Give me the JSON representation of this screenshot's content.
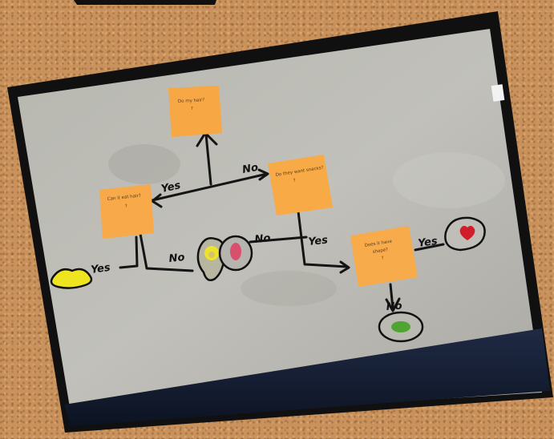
{
  "image": {
    "subject": "whiteboard-flowchart-photo"
  },
  "notes": [
    {
      "id": "note-top",
      "line1": "Do my hair?",
      "line2": "?"
    },
    {
      "id": "note-left",
      "line1": "Can it eat hair?",
      "line2": "?"
    },
    {
      "id": "note-middle",
      "line1": "Do they want snacks?",
      "line2": "?"
    },
    {
      "id": "note-right",
      "line1": "Does it have",
      "line2": "shape?",
      "line3": "?"
    }
  ],
  "arrow_labels": {
    "yes_left_note": "Yes",
    "no_middle_note": "No",
    "yes_bottom_left": "Yes",
    "no_center_left": "No",
    "no_center_right": "No",
    "yes_center": "Yes",
    "yes_right": "Yes",
    "no_bottom": "No"
  },
  "colors": {
    "cork": "#c9915b",
    "whiteboard": "#b9b8b1",
    "frame": "#0f0f0f",
    "sticky": "#f7a744",
    "marker": "#141414"
  }
}
